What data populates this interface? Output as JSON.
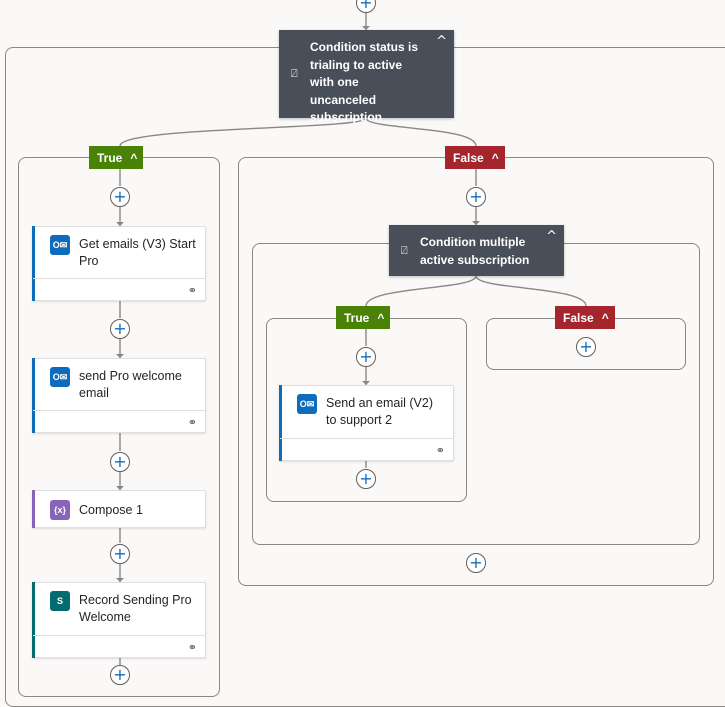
{
  "outer_condition": {
    "title": "Condition status is trialing to active with one uncanceled subscription",
    "icon": "condition-icon",
    "chevron": "^"
  },
  "true_branch": {
    "label": "True",
    "chevron": "^",
    "actions": [
      {
        "title": "Get emails (V3) Start Pro",
        "icon": "outlook-icon",
        "color": "#0f6cbd"
      },
      {
        "title": "send Pro welcome email",
        "icon": "outlook-icon",
        "color": "#0f6cbd"
      },
      {
        "title": "Compose 1",
        "icon": "compose-icon",
        "color": "#8764b8"
      },
      {
        "title": "Record Sending Pro Welcome",
        "icon": "sharepoint-icon",
        "color": "#036c70"
      }
    ]
  },
  "false_branch": {
    "label": "False",
    "chevron": "^",
    "inner_condition": {
      "title": "Condition multiple active subscription",
      "icon": "condition-icon",
      "chevron": "^",
      "true_branch": {
        "label": "True",
        "chevron": "^",
        "actions": [
          {
            "title": "Send an email (V2) to support 2",
            "icon": "outlook-icon",
            "color": "#0f6cbd"
          }
        ]
      },
      "false_branch": {
        "label": "False",
        "chevron": "^"
      }
    }
  },
  "icons": {
    "add": "+",
    "link": "⚭",
    "condition": "⍁",
    "outlook_glyph": "O✉",
    "compose_glyph": "{x}",
    "sharepoint_glyph": "S"
  },
  "colors": {
    "true": "#498205",
    "false": "#a4262c",
    "condition": "#484f58",
    "add_plus": "#0f6cbd"
  }
}
